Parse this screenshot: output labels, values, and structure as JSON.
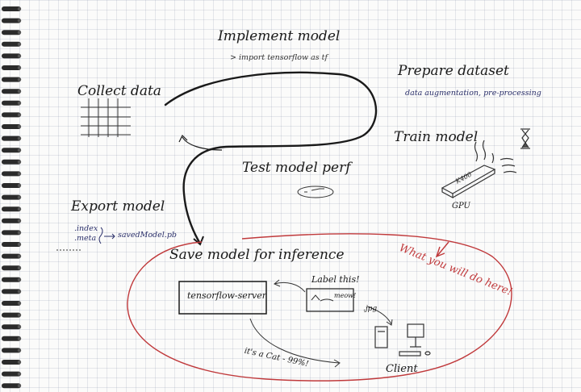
{
  "steps": {
    "implement_model": "Implement model",
    "import_code": "> import tensorflow as tf",
    "prepare_dataset": "Prepare dataset",
    "prepare_detail": "data augmentation, pre-processing",
    "collect_data": "Collect data",
    "train_model": "Train model",
    "gpu_chip": "K400",
    "gpu_label": "GPU",
    "test_model": "Test model perf",
    "export_model": "Export model",
    "export_index": ".index",
    "export_meta": ".meta",
    "export_saved": "savedModel.pb",
    "save_model": "Save model for inference",
    "server_box": "tensorflow-server",
    "label_this": "Label this!",
    "meow": "meow!",
    "jpg": ".jpg",
    "client": "Client",
    "response": "it's a Cat - 99%!"
  },
  "annotation": {
    "you_here": "What you will do here!"
  },
  "colors": {
    "ink": "#1a1a1a",
    "blue_ink": "#2a2f6a",
    "red_ink": "#c0393b"
  }
}
